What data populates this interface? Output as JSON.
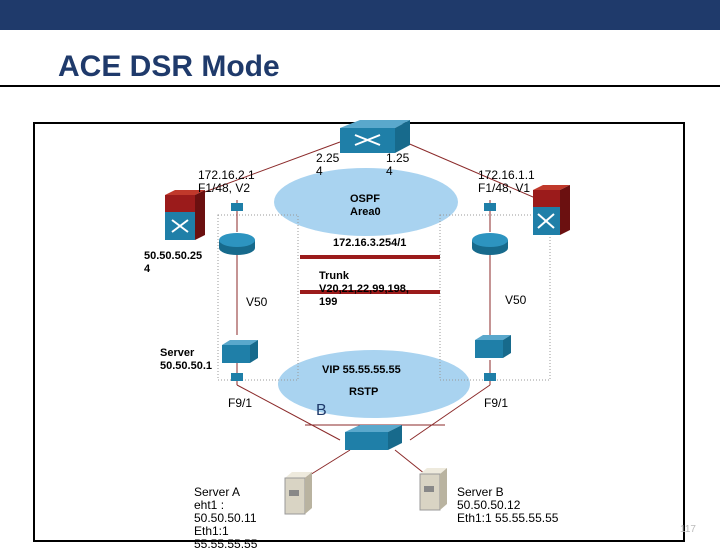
{
  "slide": {
    "title": "ACE DSR Mode",
    "page_number": "117"
  },
  "colors": {
    "top_bar": "#1f3a6b",
    "ellipse": "#a9d3f0",
    "trunk": "#9b1b1b",
    "switch_blue": "#1f7fa8",
    "switch_red": "#9b1b1b",
    "server": "#d9d4c4"
  },
  "icons": {
    "router": "router-icon",
    "switch": "multilayer-switch-icon",
    "firewall": "red-switch-icon",
    "ace": "ace-module-icon",
    "server": "server-icon"
  },
  "labels": {
    "top_left_port": "2.25\n4",
    "top_right_port": "1.25\n4",
    "left_switch": "172.16.2.1\nF1/48, V2",
    "right_switch": "172.16.1.1\nF1/48, V1",
    "ospf": "OSPF\nArea0",
    "vlan_ip": "172.16.3.254/1",
    "left_ip": "50.50.50.25\n4",
    "trunk": "Trunk\nV20,21,22,99,198,\n199",
    "left_vlan": "V50",
    "right_vlan": "V50",
    "server_left": "Server\n50.50.50.1",
    "vip": "VIP 55.55.55.55",
    "rstp": "RSTP",
    "b_label": "B",
    "left_port": "F9/1",
    "right_port": "F9/1",
    "server_a": "Server A\neht1 :\n50.50.50.11\nEth1:1\n55.55.55.55",
    "server_b": "Server B\n50.50.50.12\nEth1:1 55.55.55.55"
  }
}
